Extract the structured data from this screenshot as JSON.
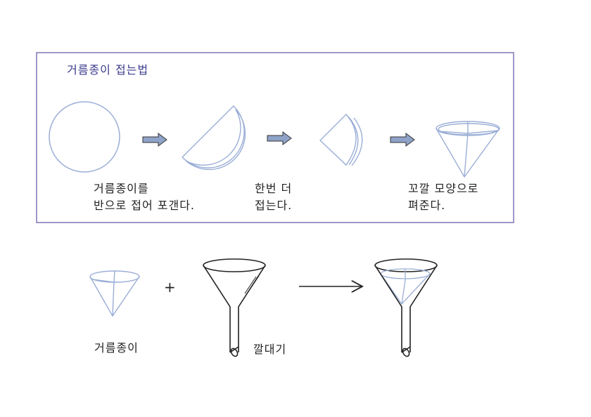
{
  "top_panel": {
    "title": "거름종이 접는법",
    "steps": [
      {
        "line1": "거름종이를",
        "line2": "반으로 접어 포갠다."
      },
      {
        "line1": "한번 더",
        "line2": "접는다."
      },
      {
        "line1": "꼬깔 모양으로",
        "line2": "펴준다."
      }
    ]
  },
  "bottom": {
    "filter_paper_label": "거름종이",
    "plus": "+",
    "funnel_label": "깔대기"
  },
  "colors": {
    "paper_line": "#9aaed6",
    "frame": "#7d76b8",
    "title": "#3a3a8c",
    "arrow_fill": "#8fa3c8"
  }
}
